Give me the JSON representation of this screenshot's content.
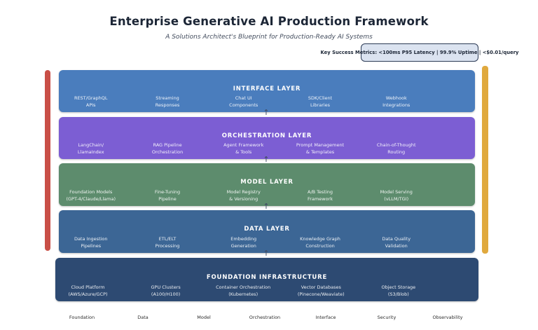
{
  "header": {
    "title": "Enterprise Generative AI Production Framework",
    "subtitle": "A Solutions Architect's Blueprint for Production-Ready AI Systems",
    "metrics_badge": "Key Success Metrics: <100ms P95 Latency | 99.9% Uptime | <$0.01/query"
  },
  "layers": [
    {
      "name": "interface",
      "title": "INTERFACE LAYER",
      "color": "#4a7dbd",
      "items": [
        "REST/GraphQL\nAPIs",
        "Streaming\nResponses",
        "Chat UI\nComponents",
        "SDK/Client\nLibraries",
        "Webhook\nIntegrations"
      ]
    },
    {
      "name": "orchestration",
      "title": "ORCHESTRATION LAYER",
      "color": "#7c5ed3",
      "items": [
        "LangChain/\nLlamaIndex",
        "RAG Pipeline\nOrchestration",
        "Agent Framework\n& Tools",
        "Prompt Management\n& Templates",
        "Chain-of-Thought\nRouting"
      ]
    },
    {
      "name": "model",
      "title": "MODEL LAYER",
      "color": "#5d8c6d",
      "items": [
        "Foundation Models\n(GPT-4/Claude/Llama)",
        "Fine-Tuning\nPipeline",
        "Model Registry\n& Versioning",
        "A/B Testing\nFramework",
        "Model Serving\n(vLLM/TGI)"
      ]
    },
    {
      "name": "data",
      "title": "DATA LAYER",
      "color": "#3c6695",
      "items": [
        "Data Ingestion\nPipelines",
        "ETL/ELT\nProcessing",
        "Embedding\nGeneration",
        "Knowledge Graph\nConstruction",
        "Data Quality\nValidation"
      ]
    },
    {
      "name": "foundation-infrastructure",
      "title": "FOUNDATION INFRASTRUCTURE",
      "color": "#2d4a72",
      "items": [
        "Cloud Platform\n(AWS/Azure/GCP)",
        "GPU Clusters\n(A100/H100)",
        "Container Orchestration\n(Kubernetes)",
        "Vector Databases\n(Pinecone/Weaviate)",
        "Object Storage\n(S3/Blob)"
      ]
    }
  ],
  "sidebars": {
    "left": {
      "color": "#c94f47"
    },
    "right": {
      "color": "#e0a93e"
    }
  },
  "flow_arrow_glyph": "↑",
  "axis_labels": [
    "Foundation",
    "Data",
    "Model",
    "Orchestration",
    "Interface",
    "Security",
    "Observability"
  ]
}
